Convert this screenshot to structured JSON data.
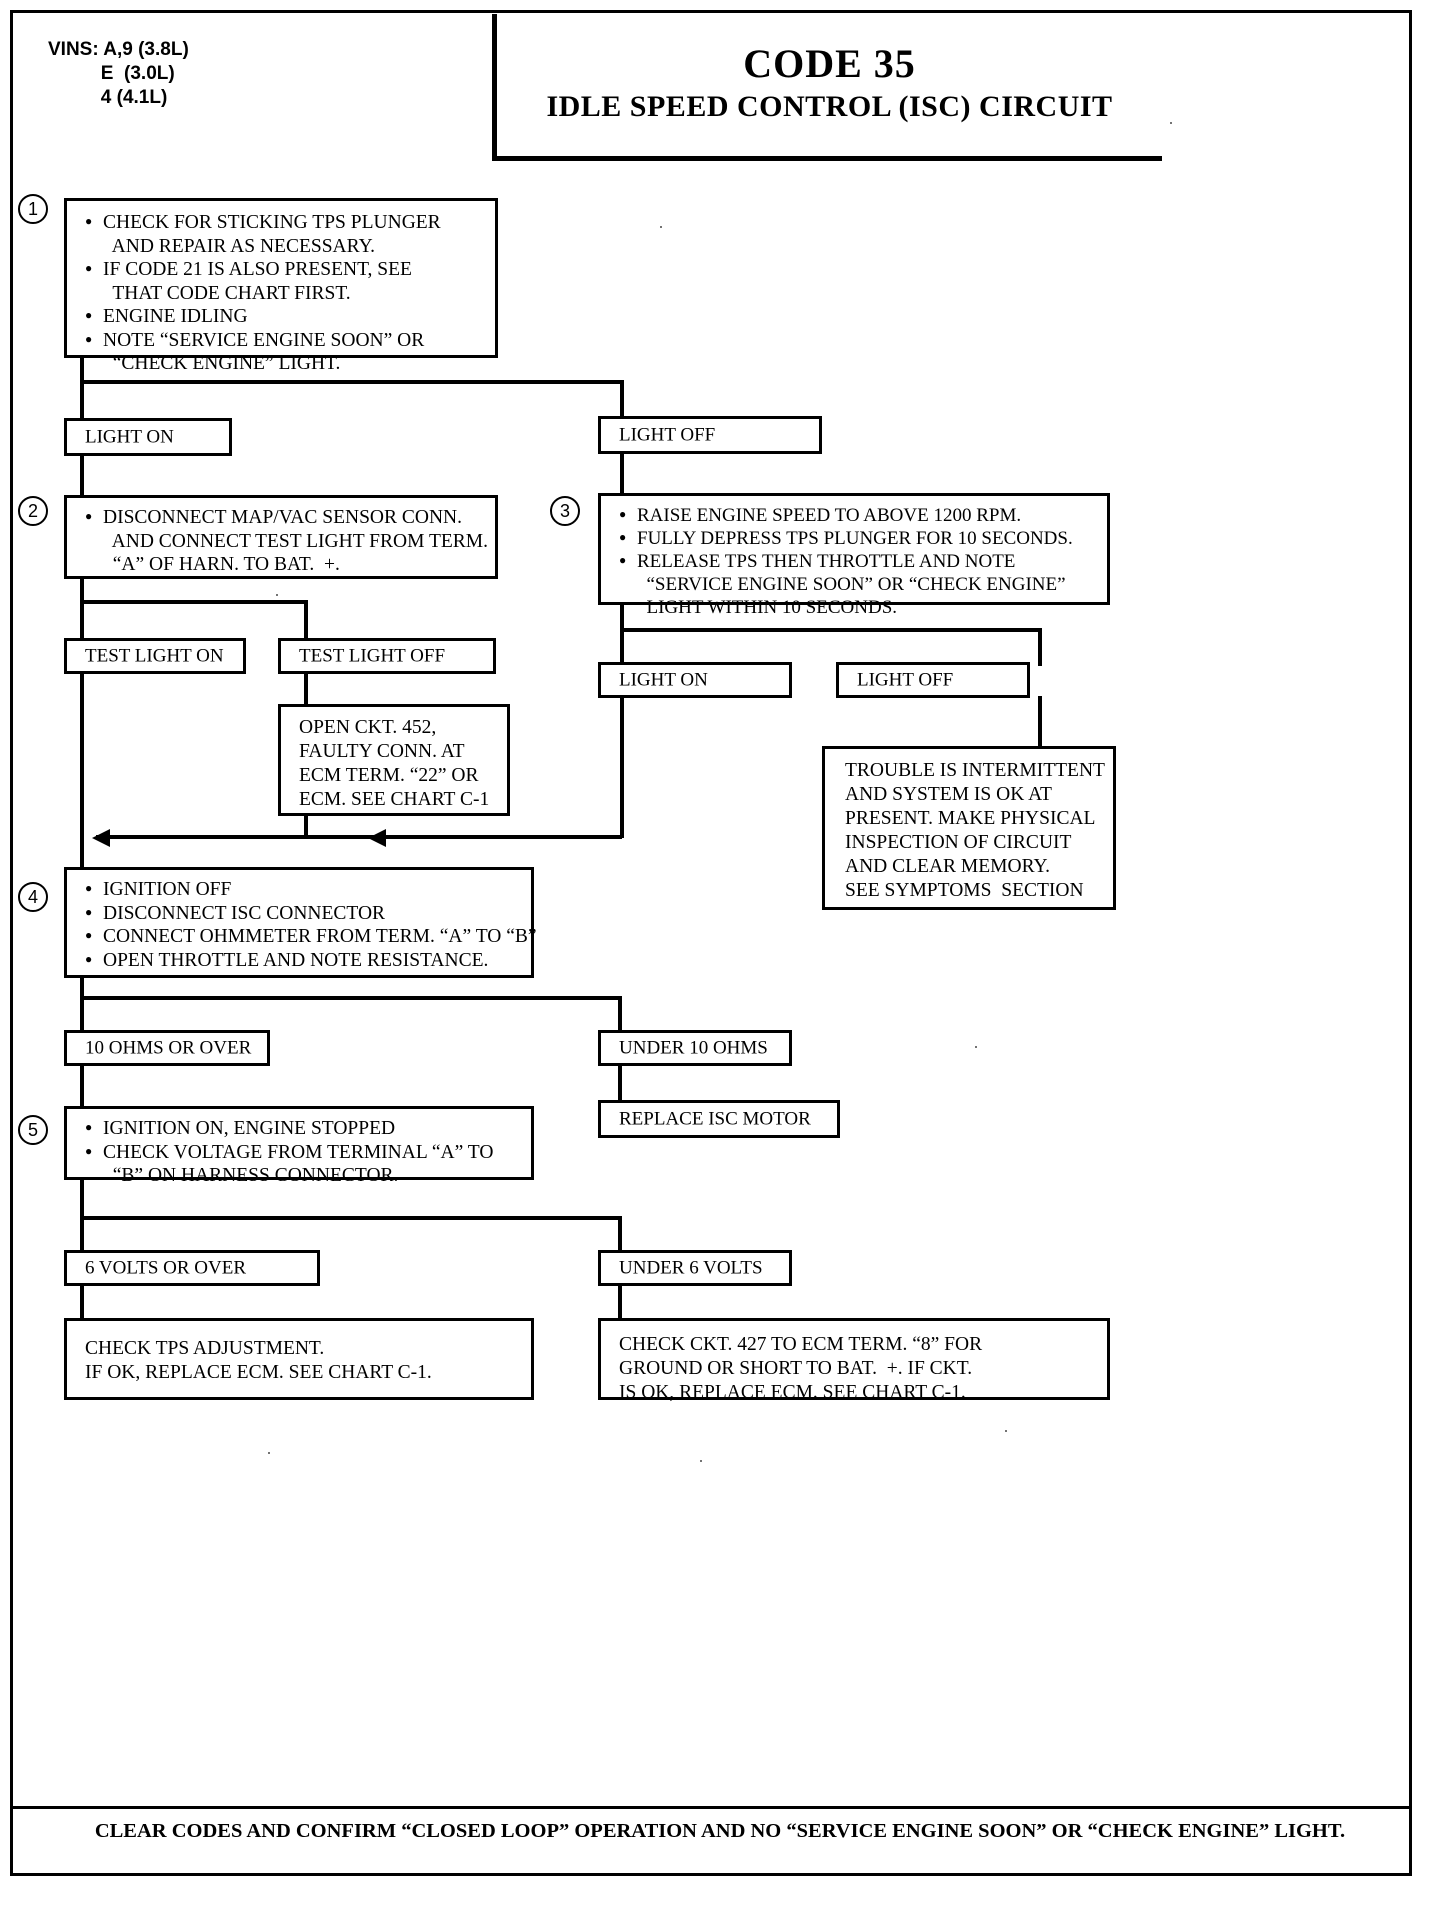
{
  "header": {
    "vins": "VINS: A,9 (3.8L)\n          E  (3.0L)\n          4 (4.1L)",
    "code_title": "CODE 35",
    "circuit_title": "IDLE SPEED CONTROL (ISC) CIRCUIT"
  },
  "steps": {
    "n1": "1",
    "n2": "2",
    "n3": "3",
    "n4": "4",
    "n5": "5"
  },
  "boxes": {
    "step1": {
      "bullets": [
        "CHECK FOR STICKING TPS PLUNGER\n  AND REPAIR AS NECESSARY.",
        "IF CODE 21 IS ALSO PRESENT, SEE\n  THAT CODE CHART FIRST.",
        "ENGINE IDLING",
        "NOTE “SERVICE ENGINE SOON” OR\n  “CHECK ENGINE” LIGHT."
      ]
    },
    "light_on_1": "LIGHT ON",
    "light_off_1": "LIGHT OFF",
    "step2": {
      "bullets": [
        "DISCONNECT MAP/VAC SENSOR CONN.\n  AND CONNECT TEST LIGHT FROM TERM.\n  “A” OF HARN. TO BAT.  +."
      ]
    },
    "step3": {
      "bullets": [
        "RAISE ENGINE SPEED TO ABOVE 1200 RPM.",
        "FULLY DEPRESS TPS PLUNGER FOR 10 SECONDS.",
        "RELEASE TPS THEN THROTTLE AND NOTE\n  “SERVICE ENGINE SOON” OR “CHECK ENGINE”\n  LIGHT WITHIN 10 SECONDS."
      ]
    },
    "test_light_on": "TEST LIGHT ON",
    "test_light_off": "TEST LIGHT OFF",
    "open_ckt": "OPEN CKT. 452,\nFAULTY CONN. AT\nECM TERM. “22” OR\nECM. SEE CHART C-1",
    "light_on_2": "LIGHT ON",
    "light_off_2": "LIGHT OFF",
    "intermittent": "TROUBLE IS INTERMITTENT\nAND SYSTEM IS OK AT\nPRESENT. MAKE PHYSICAL\nINSPECTION OF CIRCUIT\nAND CLEAR MEMORY.\nSEE SYMPTOMS  SECTION",
    "step4": {
      "bullets": [
        "IGNITION OFF",
        "DISCONNECT ISC CONNECTOR",
        "CONNECT OHMMETER FROM TERM. “A” TO “B”",
        "OPEN THROTTLE AND NOTE RESISTANCE."
      ]
    },
    "ohms_over": "10 OHMS OR OVER",
    "ohms_under": "UNDER 10 OHMS",
    "replace_isc": "REPLACE ISC MOTOR",
    "step5": {
      "bullets": [
        "IGNITION ON, ENGINE STOPPED",
        "CHECK VOLTAGE FROM TERMINAL “A” TO\n  “B” ON HARNESS CONNECTOR."
      ]
    },
    "volts_over": "6 VOLTS OR OVER",
    "volts_under": "UNDER 6 VOLTS",
    "check_tps": "CHECK TPS ADJUSTMENT.\nIF OK, REPLACE ECM. SEE CHART C-1.",
    "check_ckt427": "CHECK CKT. 427 TO ECM TERM. “8” FOR\nGROUND OR SHORT TO BAT.  +. IF CKT.\nIS OK, REPLACE ECM. SEE CHART C-1."
  },
  "footer": "CLEAR CODES AND CONFIRM “CLOSED LOOP” OPERATION AND NO “SERVICE ENGINE SOON” OR “CHECK ENGINE” LIGHT."
}
